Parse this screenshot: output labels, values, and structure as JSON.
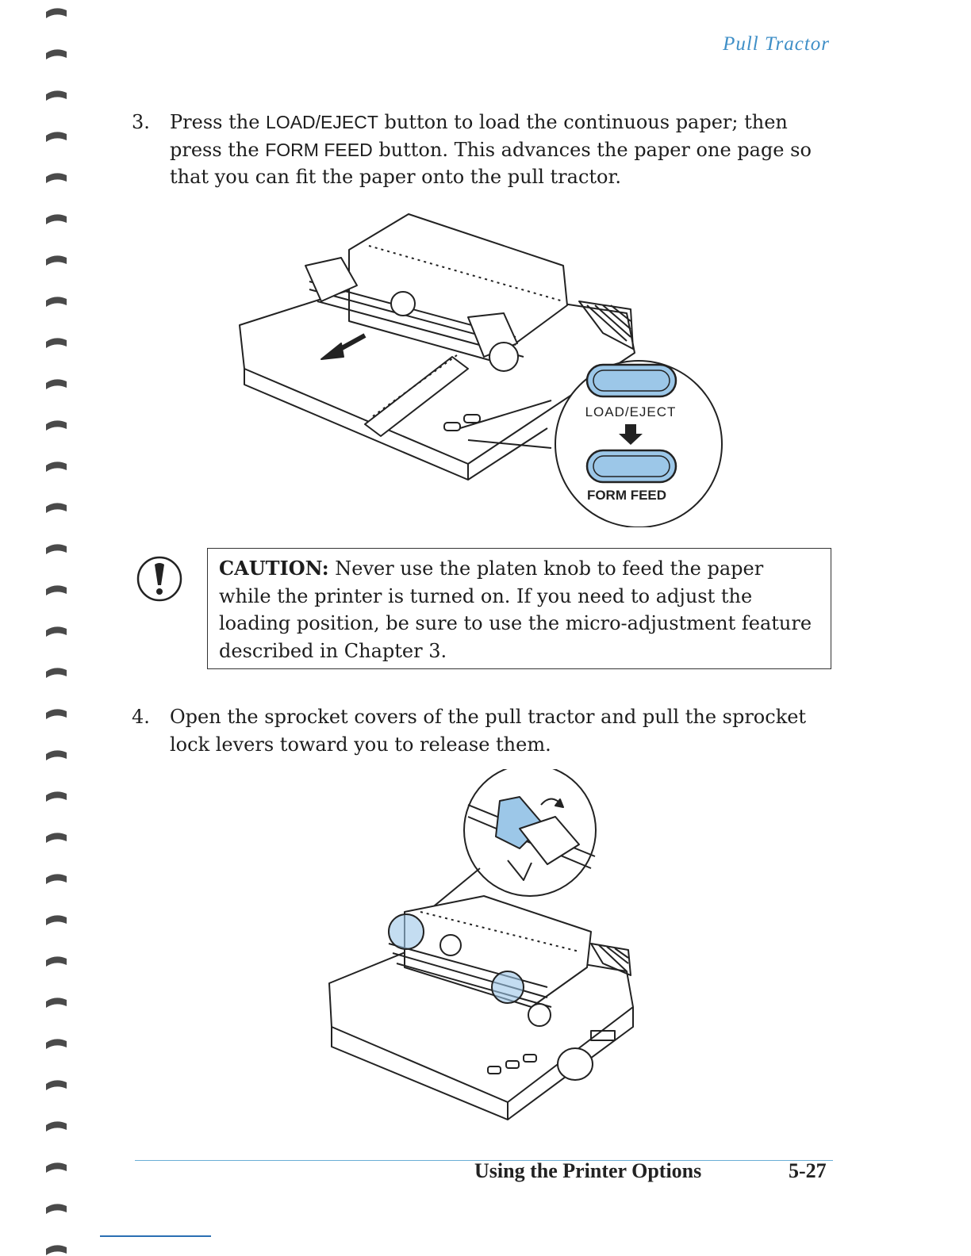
{
  "header": {
    "running_title": "Pull Tractor"
  },
  "steps": [
    {
      "number": "3.",
      "parts": [
        "Press the ",
        "LOAD/EJECT",
        " button to load the continuous paper; then press the ",
        "FORM FEED",
        " button. This advances the paper one page so that you can fit the paper onto the pull tractor."
      ]
    },
    {
      "number": "4.",
      "text": "Open the sprocket covers of the pull tractor and pull the sprocket lock levers toward you to release them."
    }
  ],
  "figure1": {
    "button1_label": "LOAD/EJECT",
    "button2_label": "FORM FEED"
  },
  "caution": {
    "label": "CAUTION:",
    "text": "Never use the platen knob to feed the paper while the printer is turned on. If you need to adjust the loading position, be sure to use the micro-adjustment feature described in Chapter 3."
  },
  "footer": {
    "section_title": "Using the Printer Options",
    "page_number": "5-27"
  },
  "colors": {
    "accent_blue": "#3f8fc7",
    "button_fill": "#9cc7e8"
  }
}
